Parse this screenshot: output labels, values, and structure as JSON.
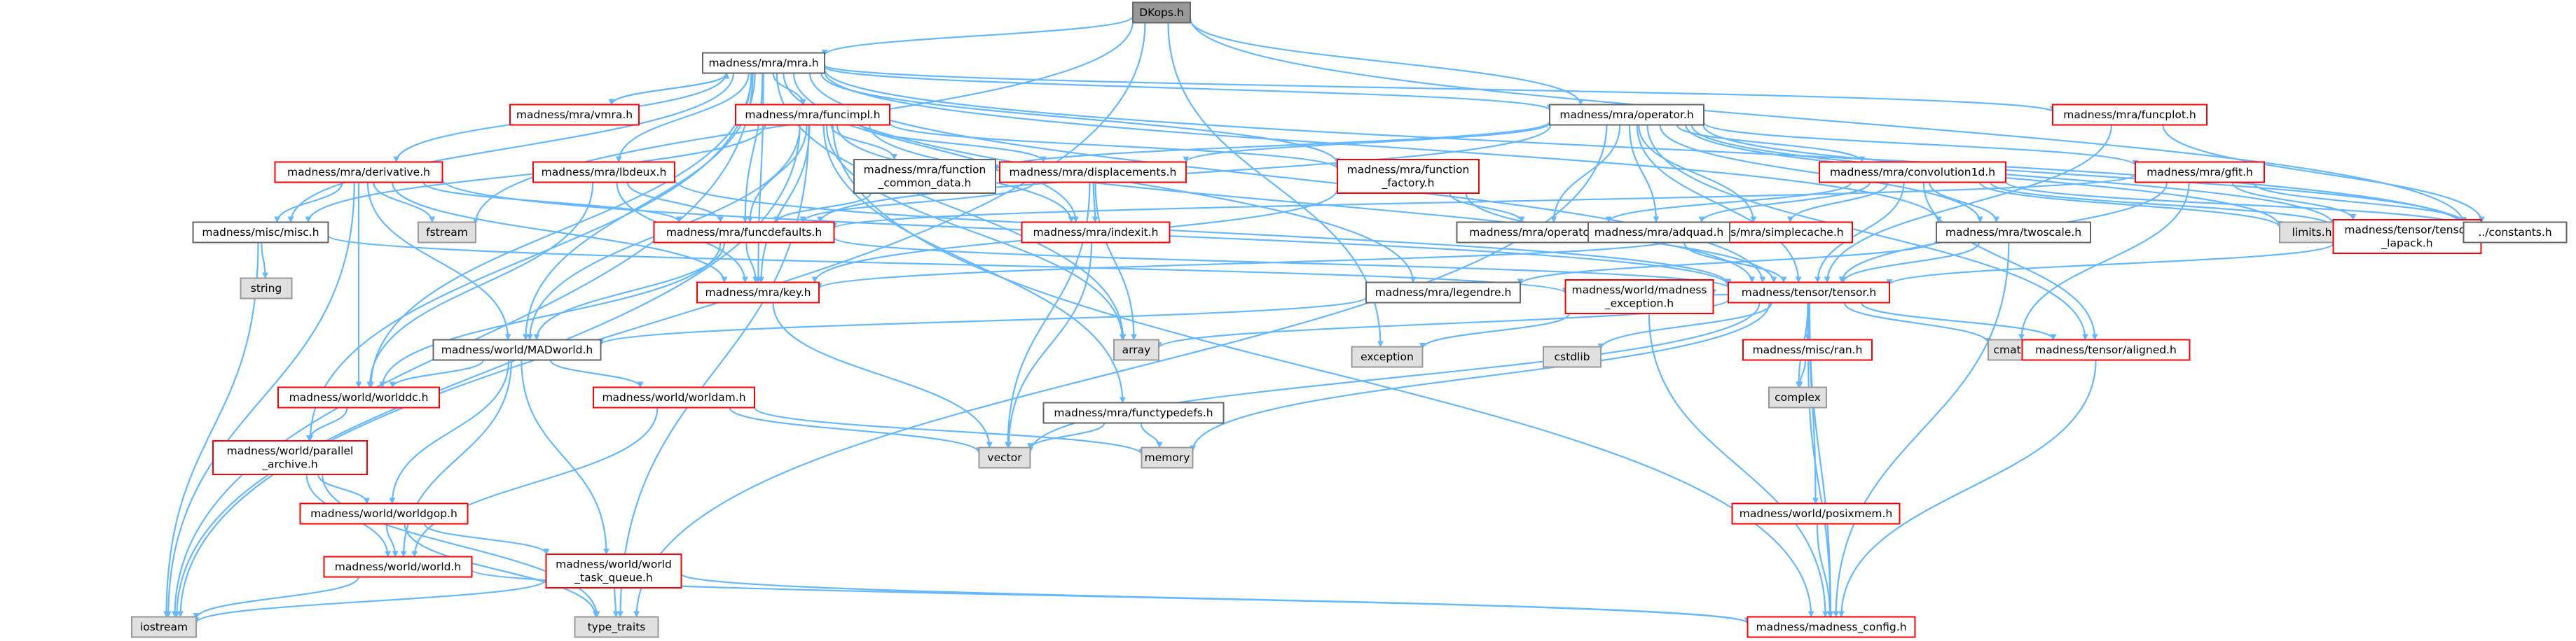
{
  "colors": {
    "edge": "#63b8ff",
    "node_fill": "#ffffff",
    "node_border_regular": "#666666",
    "node_border_incomplete": "#ff0000",
    "node_system_fill": "#e0e0e0",
    "node_system_border": "#999999",
    "node_root_fill": "#999999",
    "node_root_border": "#666666",
    "text": "#000000"
  },
  "nodes": [
    {
      "id": "dkops",
      "lines": [
        "DKops.h"
      ],
      "kind": "root"
    },
    {
      "id": "mra",
      "lines": [
        "madness/mra/mra.h"
      ],
      "kind": "regular"
    },
    {
      "id": "operator",
      "lines": [
        "madness/mra/operator.h"
      ],
      "kind": "regular"
    },
    {
      "id": "funcplot",
      "lines": [
        "madness/mra/funcplot.h"
      ],
      "kind": "incomplete"
    },
    {
      "id": "vmra",
      "lines": [
        "madness/mra/vmra.h"
      ],
      "kind": "incomplete"
    },
    {
      "id": "funcimpl",
      "lines": [
        "madness/mra/funcimpl.h"
      ],
      "kind": "incomplete"
    },
    {
      "id": "derivative",
      "lines": [
        "madness/mra/derivative.h"
      ],
      "kind": "incomplete"
    },
    {
      "id": "lbdeux",
      "lines": [
        "madness/mra/lbdeux.h"
      ],
      "kind": "incomplete"
    },
    {
      "id": "fcd",
      "lines": [
        "madness/mra/function",
        "_common_data.h"
      ],
      "kind": "regular"
    },
    {
      "id": "displacements",
      "lines": [
        "madness/mra/displacements.h"
      ],
      "kind": "incomplete"
    },
    {
      "id": "funcfactory",
      "lines": [
        "madness/mra/function",
        "_factory.h"
      ],
      "kind": "incomplete"
    },
    {
      "id": "convolution1d",
      "lines": [
        "madness/mra/convolution1d.h"
      ],
      "kind": "incomplete"
    },
    {
      "id": "gfit",
      "lines": [
        "madness/mra/gfit.h"
      ],
      "kind": "incomplete"
    },
    {
      "id": "misc",
      "lines": [
        "madness/misc/misc.h"
      ],
      "kind": "regular"
    },
    {
      "id": "fstream",
      "lines": [
        "fstream"
      ],
      "kind": "system"
    },
    {
      "id": "funcdefaults",
      "lines": [
        "madness/mra/funcdefaults.h"
      ],
      "kind": "incomplete"
    },
    {
      "id": "indexit",
      "lines": [
        "madness/mra/indexit.h"
      ],
      "kind": "incomplete"
    },
    {
      "id": "operatorinfo",
      "lines": [
        "madness/mra/operatorinfo.h"
      ],
      "kind": "regular"
    },
    {
      "id": "simplecache",
      "lines": [
        "madness/mra/simplecache.h"
      ],
      "kind": "incomplete"
    },
    {
      "id": "adquad",
      "lines": [
        "madness/mra/adquad.h"
      ],
      "kind": "regular"
    },
    {
      "id": "twoscale",
      "lines": [
        "madness/mra/twoscale.h"
      ],
      "kind": "regular"
    },
    {
      "id": "limits",
      "lines": [
        "limits.h"
      ],
      "kind": "system"
    },
    {
      "id": "tensor_lapack",
      "lines": [
        "madness/tensor/tensor",
        "_lapack.h"
      ],
      "kind": "incomplete"
    },
    {
      "id": "constants",
      "lines": [
        "../constants.h"
      ],
      "kind": "regular"
    },
    {
      "id": "string",
      "lines": [
        "string"
      ],
      "kind": "system"
    },
    {
      "id": "key",
      "lines": [
        "madness/mra/key.h"
      ],
      "kind": "incomplete"
    },
    {
      "id": "legendre",
      "lines": [
        "madness/mra/legendre.h"
      ],
      "kind": "regular"
    },
    {
      "id": "madexc",
      "lines": [
        "madness/world/madness",
        "_exception.h"
      ],
      "kind": "incomplete"
    },
    {
      "id": "tensor",
      "lines": [
        "madness/tensor/tensor.h"
      ],
      "kind": "incomplete"
    },
    {
      "id": "madworld",
      "lines": [
        "madness/world/MADworld.h"
      ],
      "kind": "regular"
    },
    {
      "id": "array",
      "lines": [
        "array"
      ],
      "kind": "system"
    },
    {
      "id": "exception",
      "lines": [
        "exception"
      ],
      "kind": "system"
    },
    {
      "id": "cstdlib",
      "lines": [
        "cstdlib"
      ],
      "kind": "system"
    },
    {
      "id": "cmath",
      "lines": [
        "cmath"
      ],
      "kind": "system"
    },
    {
      "id": "aligned",
      "lines": [
        "madness/tensor/aligned.h"
      ],
      "kind": "incomplete"
    },
    {
      "id": "ran",
      "lines": [
        "madness/misc/ran.h"
      ],
      "kind": "incomplete"
    },
    {
      "id": "complex",
      "lines": [
        "complex"
      ],
      "kind": "system"
    },
    {
      "id": "worlddc",
      "lines": [
        "madness/world/worlddc.h"
      ],
      "kind": "incomplete"
    },
    {
      "id": "worldam",
      "lines": [
        "madness/world/worldam.h"
      ],
      "kind": "incomplete"
    },
    {
      "id": "functypedefs",
      "lines": [
        "madness/mra/functypedefs.h"
      ],
      "kind": "regular"
    },
    {
      "id": "vector",
      "lines": [
        "vector"
      ],
      "kind": "system"
    },
    {
      "id": "memory",
      "lines": [
        "memory"
      ],
      "kind": "system"
    },
    {
      "id": "parallel",
      "lines": [
        "madness/world/parallel",
        "_archive.h"
      ],
      "kind": "incomplete"
    },
    {
      "id": "worldgop",
      "lines": [
        "madness/world/worldgop.h"
      ],
      "kind": "incomplete"
    },
    {
      "id": "world",
      "lines": [
        "madness/world/world.h"
      ],
      "kind": "incomplete"
    },
    {
      "id": "taskqueue",
      "lines": [
        "madness/world/world",
        "_task_queue.h"
      ],
      "kind": "incomplete"
    },
    {
      "id": "posixmem",
      "lines": [
        "madness/world/posixmem.h"
      ],
      "kind": "incomplete"
    },
    {
      "id": "iostream",
      "lines": [
        "iostream"
      ],
      "kind": "system"
    },
    {
      "id": "typetraits",
      "lines": [
        "type_traits"
      ],
      "kind": "system"
    },
    {
      "id": "config",
      "lines": [
        "madness/madness_config.h"
      ],
      "kind": "incomplete"
    }
  ],
  "edges": [
    [
      "dkops",
      "mra"
    ],
    [
      "dkops",
      "operator"
    ],
    [
      "dkops",
      "constants"
    ],
    [
      "dkops",
      "fstream"
    ],
    [
      "dkops",
      "iostream"
    ],
    [
      "dkops",
      "exception"
    ],
    [
      "mra",
      "funcplot"
    ],
    [
      "mra",
      "vmra"
    ],
    [
      "mra",
      "funcimpl"
    ],
    [
      "mra",
      "derivative"
    ],
    [
      "mra",
      "lbdeux"
    ],
    [
      "mra",
      "funcfactory"
    ],
    [
      "mra",
      "operator"
    ],
    [
      "mra",
      "misc"
    ],
    [
      "mra",
      "funcdefaults"
    ],
    [
      "mra",
      "key"
    ],
    [
      "mra",
      "indexit"
    ],
    [
      "mra",
      "legendre"
    ],
    [
      "mra",
      "twoscale"
    ],
    [
      "mra",
      "madworld"
    ],
    [
      "mra",
      "worlddc"
    ],
    [
      "mra",
      "parallel"
    ],
    [
      "mra",
      "iostream"
    ],
    [
      "mra",
      "array"
    ],
    [
      "mra",
      "tensor"
    ],
    [
      "mra",
      "constants"
    ],
    [
      "funcplot",
      "constants"
    ],
    [
      "funcplot",
      "tensor"
    ],
    [
      "vmra",
      "mra"
    ],
    [
      "funcimpl",
      "fcd"
    ],
    [
      "funcimpl",
      "displacements"
    ],
    [
      "funcimpl",
      "funcfactory"
    ],
    [
      "funcimpl",
      "funcdefaults"
    ],
    [
      "funcimpl",
      "indexit"
    ],
    [
      "funcimpl",
      "key"
    ],
    [
      "funcimpl",
      "functypedefs"
    ],
    [
      "funcimpl",
      "madworld"
    ],
    [
      "funcimpl",
      "misc"
    ],
    [
      "funcimpl",
      "iostream"
    ],
    [
      "funcimpl",
      "typetraits"
    ],
    [
      "funcimpl",
      "tensor"
    ],
    [
      "funcimpl",
      "array"
    ],
    [
      "funcimpl",
      "config"
    ],
    [
      "derivative",
      "misc"
    ],
    [
      "derivative",
      "funcdefaults"
    ],
    [
      "derivative",
      "fstream"
    ],
    [
      "derivative",
      "iostream"
    ],
    [
      "derivative",
      "madworld"
    ],
    [
      "derivative",
      "worlddc"
    ],
    [
      "derivative",
      "key"
    ],
    [
      "derivative",
      "tensor"
    ],
    [
      "lbdeux",
      "funcdefaults"
    ],
    [
      "lbdeux",
      "key"
    ],
    [
      "lbdeux",
      "worlddc"
    ],
    [
      "lbdeux",
      "tensor"
    ],
    [
      "fcd",
      "funcdefaults"
    ],
    [
      "displacements",
      "funcdefaults"
    ],
    [
      "displacements",
      "indexit"
    ],
    [
      "displacements",
      "array"
    ],
    [
      "displacements",
      "vector"
    ],
    [
      "funcfactory",
      "operatorinfo"
    ],
    [
      "funcfactory",
      "key"
    ],
    [
      "funcfactory",
      "tensor"
    ],
    [
      "operator",
      "funcdefaults"
    ],
    [
      "operator",
      "fcd"
    ],
    [
      "operator",
      "displacements"
    ],
    [
      "operator",
      "convolution1d"
    ],
    [
      "operator",
      "gfit"
    ],
    [
      "operator",
      "operatorinfo"
    ],
    [
      "operator",
      "simplecache"
    ],
    [
      "operator",
      "adquad"
    ],
    [
      "operator",
      "twoscale"
    ],
    [
      "operator",
      "limits"
    ],
    [
      "operator",
      "tensor_lapack"
    ],
    [
      "operator",
      "aligned"
    ],
    [
      "operator",
      "constants"
    ],
    [
      "operator",
      "typetraits"
    ],
    [
      "operator",
      "tensor"
    ],
    [
      "convolution1d",
      "simplecache"
    ],
    [
      "convolution1d",
      "adquad"
    ],
    [
      "convolution1d",
      "twoscale"
    ],
    [
      "convolution1d",
      "limits"
    ],
    [
      "convolution1d",
      "tensor_lapack"
    ],
    [
      "convolution1d",
      "aligned"
    ],
    [
      "convolution1d",
      "constants"
    ],
    [
      "convolution1d",
      "tensor"
    ],
    [
      "convolution1d",
      "operatorinfo"
    ],
    [
      "gfit",
      "funcdefaults"
    ],
    [
      "gfit",
      "tensor_lapack"
    ],
    [
      "gfit",
      "constants"
    ],
    [
      "gfit",
      "cmath"
    ],
    [
      "gfit",
      "tensor"
    ],
    [
      "misc",
      "string"
    ],
    [
      "misc",
      "iostream"
    ],
    [
      "misc",
      "madexc"
    ],
    [
      "funcdefaults",
      "key"
    ],
    [
      "funcdefaults",
      "madworld"
    ],
    [
      "funcdefaults",
      "worlddc"
    ],
    [
      "funcdefaults",
      "tensor"
    ],
    [
      "indexit",
      "vector"
    ],
    [
      "simplecache",
      "key"
    ],
    [
      "adquad",
      "tensor"
    ],
    [
      "twoscale",
      "tensor"
    ],
    [
      "twoscale",
      "legendre"
    ],
    [
      "twoscale",
      "config"
    ],
    [
      "tensor_lapack",
      "tensor"
    ],
    [
      "key",
      "vector"
    ],
    [
      "legendre",
      "madworld"
    ],
    [
      "madexc",
      "exception"
    ],
    [
      "madexc",
      "config"
    ],
    [
      "tensor",
      "ran"
    ],
    [
      "tensor",
      "aligned"
    ],
    [
      "tensor",
      "cmath"
    ],
    [
      "tensor",
      "cstdlib"
    ],
    [
      "tensor",
      "complex"
    ],
    [
      "tensor",
      "posixmem"
    ],
    [
      "tensor",
      "memory"
    ],
    [
      "tensor",
      "array"
    ],
    [
      "tensor",
      "vector"
    ],
    [
      "tensor",
      "config"
    ],
    [
      "tensor",
      "madexc"
    ],
    [
      "aligned",
      "config"
    ],
    [
      "ran",
      "complex"
    ],
    [
      "ran",
      "config"
    ],
    [
      "posixmem",
      "config"
    ],
    [
      "madworld",
      "worlddc"
    ],
    [
      "madworld",
      "worldam"
    ],
    [
      "madworld",
      "worldgop"
    ],
    [
      "madworld",
      "world"
    ],
    [
      "madworld",
      "taskqueue"
    ],
    [
      "worlddc",
      "parallel"
    ],
    [
      "worldam",
      "vector"
    ],
    [
      "worldam",
      "memory"
    ],
    [
      "worldam",
      "world"
    ],
    [
      "functypedefs",
      "vector"
    ],
    [
      "functypedefs",
      "memory"
    ],
    [
      "parallel",
      "worldgop"
    ],
    [
      "parallel",
      "world"
    ],
    [
      "parallel",
      "typetraits"
    ],
    [
      "worldgop",
      "world"
    ],
    [
      "worldgop",
      "taskqueue"
    ],
    [
      "worldgop",
      "typetraits"
    ],
    [
      "world",
      "iostream"
    ],
    [
      "world",
      "config"
    ],
    [
      "taskqueue",
      "typetraits"
    ],
    [
      "taskqueue",
      "iostream"
    ],
    [
      "taskqueue",
      "config"
    ]
  ]
}
